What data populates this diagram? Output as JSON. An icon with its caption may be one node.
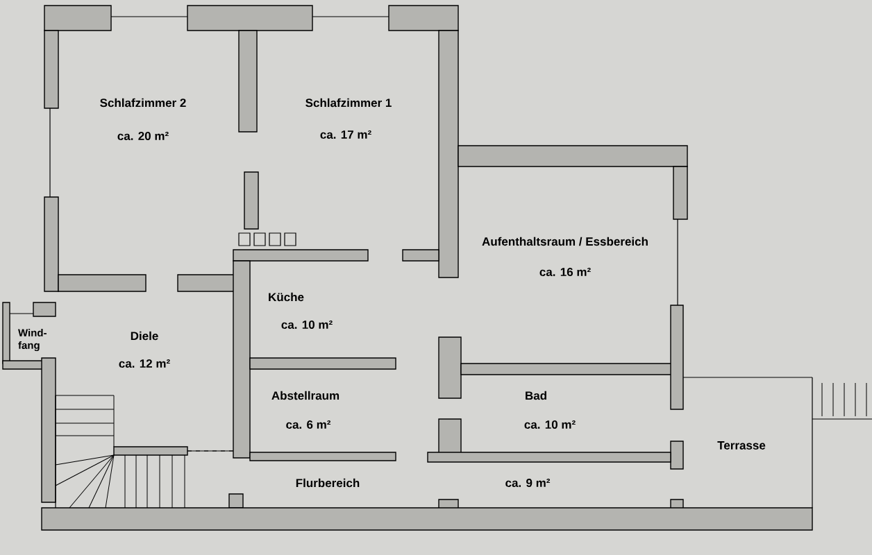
{
  "diagram": {
    "labels": [
      "Schlafzimmer 2",
      "Schlafzimmer 1",
      "ca. 20 m²",
      "ca. 17 m²",
      "Aufenthaltsraum / Essbereich",
      "ca. 16 m²",
      "Küche",
      "ca. 10 m²",
      "Wind- fang",
      "Diele",
      "ca. 12 m²",
      "Abstellraum",
      "Bad",
      "ca. 6 m²",
      "ca. 10 m²",
      "Terrasse",
      "Flurbereich",
      "ca. 9 m²"
    ]
  }
}
